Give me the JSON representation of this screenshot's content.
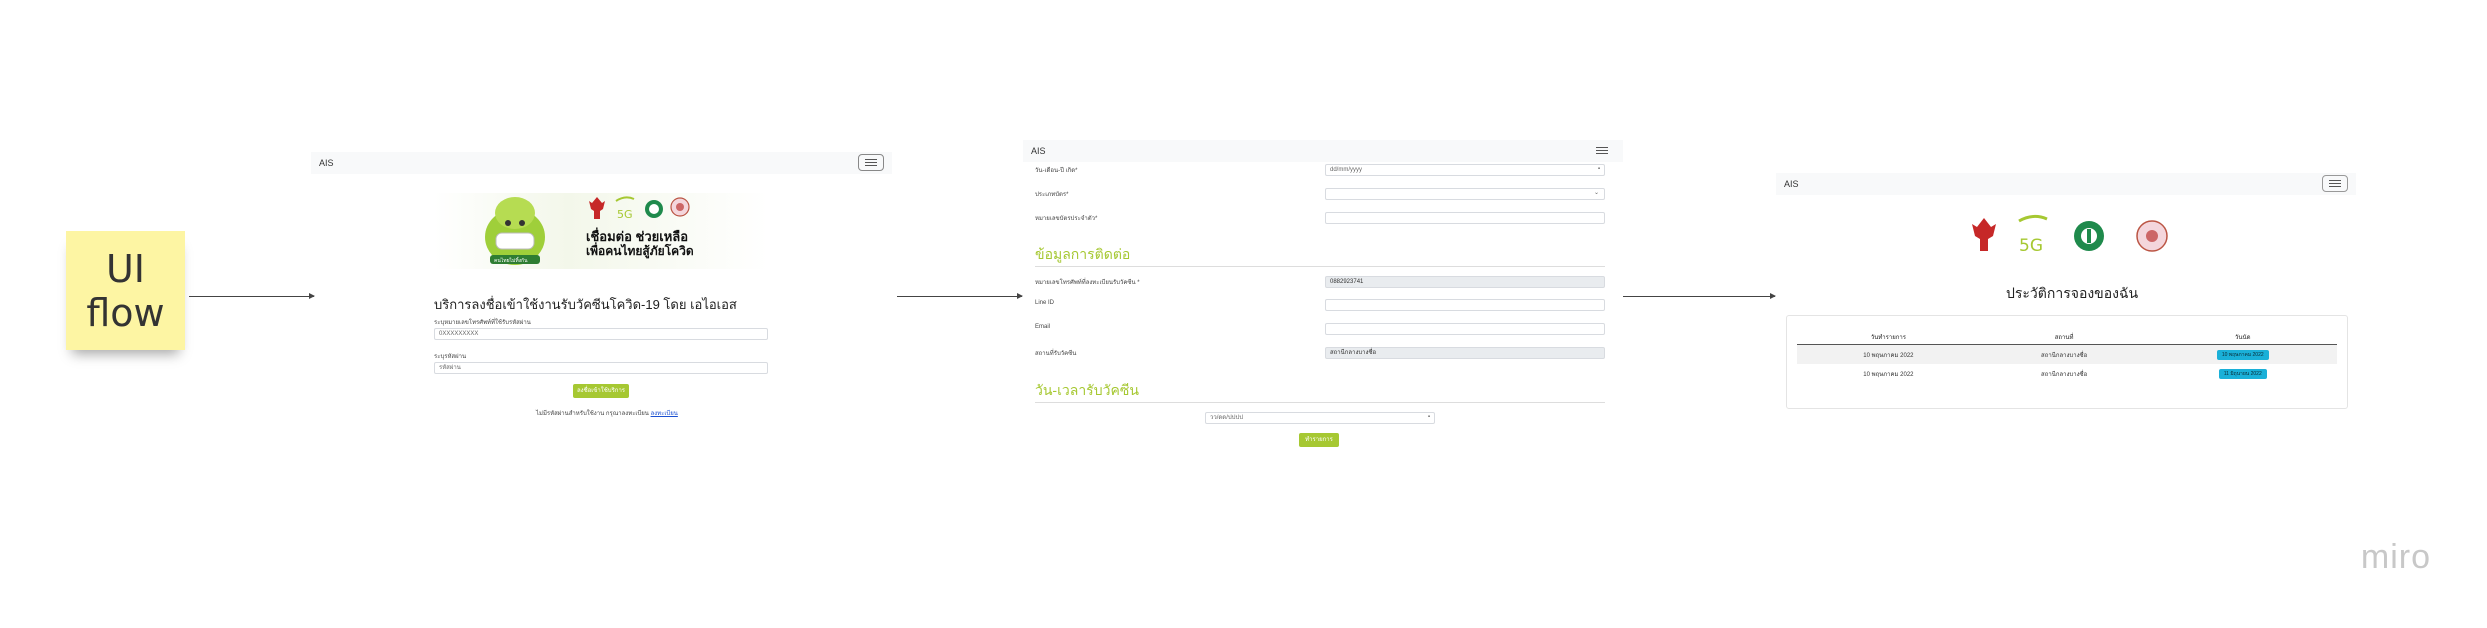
{
  "sticky_note": {
    "text_line1": "UI",
    "text_line2": "flow"
  },
  "screen1": {
    "brand": "AIS",
    "banner_line1": "เชื่อมต่อ ช่วยเหลือ",
    "banner_line2": "เพื่อคนไทยสู้ภัยโควิด",
    "banner_caption": "คนไทยไม่ทิ้งกัน",
    "title": "บริการลงชื่อเข้าใช้งานรับวัคซีนโควิด-19 โดย เอไอเอส",
    "phone_label": "ระบุหมายเลขโทรศัพท์ที่ใช้รับรหัสผ่าน",
    "phone_value": "0XXXXXXXXX",
    "password_label": "ระบุรหัสผ่าน",
    "password_placeholder": "รหัสผ่าน",
    "login_button": "ลงชื่อเข้าใช้บริการ",
    "register_text": "ไม่มีรหัสผ่านสำหรับใช้งาน กรุณาลงทะเบียน",
    "register_link": "ลงทะเบียน"
  },
  "screen2": {
    "brand": "AIS",
    "dob_label": "วัน-เดือน-ปี เกิด*",
    "dob_value": "dd/mm/yyyy",
    "idtype_label": "ประเภทบัตร*",
    "idnum_label": "หมายเลขบัตรประจำตัว*",
    "contact_header": "ข้อมูลการติดต่อ",
    "phone_label": "หมายเลขโทรศัพท์ที่ลงทะเบียนรับวัคซีน *",
    "phone_value": "0882923741",
    "line_label": "Line ID",
    "email_label": "Email",
    "site_label": "สถานที่รับวัคซีน",
    "site_value": "สถานีกลางบางซื่อ",
    "datetime_header": "วัน-เวลารับวัคซีน",
    "date_value": "วว/ดด/ปปปป",
    "submit_button": "ทำรายการ"
  },
  "screen3": {
    "brand": "AIS",
    "title": "ประวัติการจองของฉัน",
    "columns": [
      "วันทำรายการ",
      "สถานที่",
      "วันนัด"
    ],
    "rows": [
      {
        "date": "10 พฤษภาคม 2022",
        "place": "สถานีกลางบางซื่อ",
        "appt": "10 พฤษภาคม 2022"
      },
      {
        "date": "10 พฤษภาคม 2022",
        "place": "สถานีกลางบางซื่อ",
        "appt": "11 มิถุนายน 2022"
      }
    ]
  },
  "watermark": "miro",
  "colors": {
    "ais_green": "#a6c832",
    "badge_cyan": "#1ab0d8",
    "sticky_yellow": "#fdf5a3"
  }
}
